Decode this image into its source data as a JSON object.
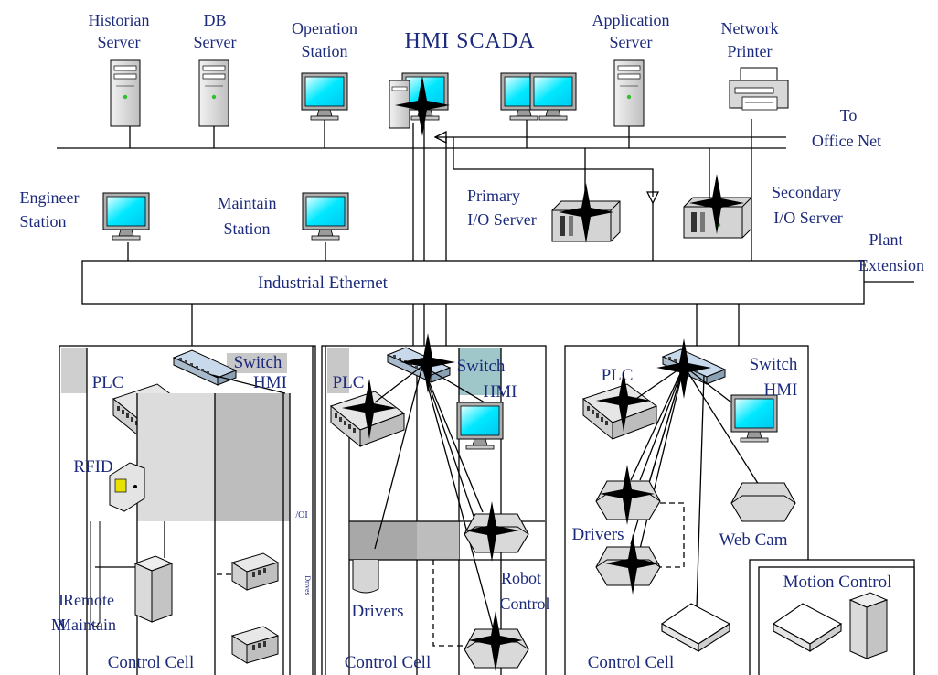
{
  "title": "HMI SCADA",
  "nodes": {
    "historian_l1": "Historian",
    "historian_l2": "Server",
    "db_l1": "DB",
    "db_l2": "Server",
    "operation_l1": "Operation",
    "operation_l2": "Station",
    "application_l1": "Application",
    "application_l2": "Server",
    "printer_l1": "Network",
    "printer_l2": "Printer",
    "office_l1": "To",
    "office_l2": "Office Net",
    "engineer_l1": "Engineer",
    "engineer_l2": "Station",
    "maintain_l1": "Maintain",
    "maintain_l2": "Station",
    "primary_l1": "Primary",
    "primary_l2": "I/O Server",
    "secondary_l1": "Secondary",
    "secondary_l2": "I/O Server",
    "plant_l1": "Plant",
    "plant_l2": "Extension",
    "ethernet": "Industrial Ethernet"
  },
  "cells": {
    "left": {
      "switch": "Switch",
      "hmi": "HMI",
      "plc": "PLC",
      "rfid": "RFID",
      "oi": "/OI",
      "drives_small": "Drives",
      "remote_l1": "Remote",
      "remote_l2": "Maintain",
      "remote_overlap_a": "I",
      "remote_overlap_b": "M",
      "caption": "Control Cell"
    },
    "middle": {
      "plc": "PLC",
      "switch": "Switch",
      "hmi": "HMI",
      "drivers": "Drivers",
      "robot_l1": "Robot",
      "robot_l2": "Control",
      "caption": "Control Cell"
    },
    "right": {
      "plc": "PLC",
      "switch": "Switch",
      "hmi": "HMI",
      "drivers": "Drivers",
      "webcam": "Web Cam",
      "caption": "Control Cell"
    },
    "motion": {
      "label": "Motion Control"
    }
  },
  "colors": {
    "label": "#1c2a7c",
    "screen": "#00e0ff",
    "server": "#d6d6d6",
    "device": "#e4e4e4",
    "switch": "#bcd2e6",
    "overlay_light": "#dcdcdc",
    "overlay_mid": "#bdbdbd",
    "overlay_dark": "#a8a8a8",
    "teal_overlay": "#9fc7c9"
  },
  "icons": [
    "server-icon",
    "monitor-icon",
    "printer-icon",
    "switch-icon",
    "plc-icon",
    "drive-icon",
    "tower-icon",
    "rfid-reader-icon",
    "compass-star-icon"
  ]
}
